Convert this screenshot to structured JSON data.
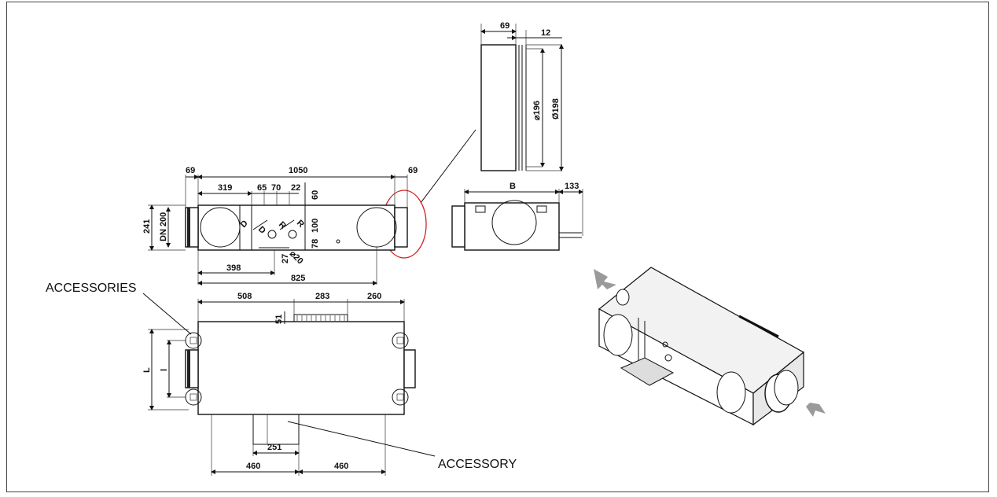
{
  "top_detail": {
    "dims": {
      "width": "69",
      "flange": "12",
      "inner_dia": "⌀196",
      "outer_dia": "Ø198"
    }
  },
  "front_view": {
    "dims": {
      "overall": "1050",
      "left_stub": "69",
      "right_stub": "69",
      "a319": "319",
      "a65": "65",
      "a70": "70",
      "a22": "22",
      "height": "241",
      "duct": "DN 200",
      "v60": "60",
      "v100": "100",
      "v78": "78",
      "v27": "27",
      "hole": "⌀20",
      "b398": "398",
      "b825": "825",
      "d1": "D",
      "d2": "D",
      "r1": "R",
      "r2": "R"
    }
  },
  "side_view": {
    "dims": {
      "b": "B",
      "c133": "133"
    }
  },
  "plan_view": {
    "dims": {
      "p508": "508",
      "p283": "283",
      "p260": "260",
      "p51": "51",
      "L": "L",
      "l": "l",
      "p251": "251",
      "p460a": "460",
      "p460b": "460"
    }
  },
  "labels": {
    "accessories": "ACCESSORIES",
    "accessory": "ACCESSORY"
  },
  "colors": {
    "highlight_circle": "#d42020",
    "arrow": "#9a9a9a",
    "line": "#111111"
  }
}
